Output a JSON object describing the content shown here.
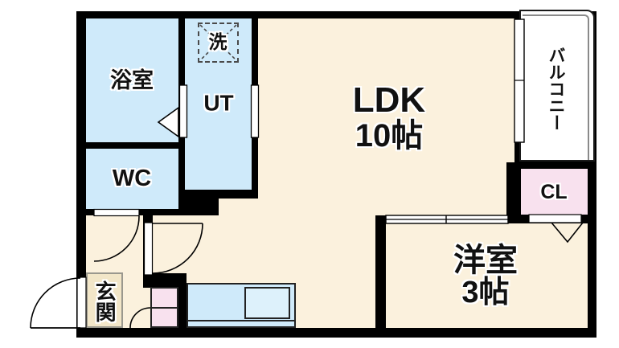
{
  "floorplan": {
    "rooms": {
      "bathroom": {
        "label": "浴室"
      },
      "laundry": {
        "label": "洗"
      },
      "utility": {
        "label": "UT"
      },
      "wc": {
        "label": "WC"
      },
      "ldk": {
        "label": "LDK",
        "size": "10帖"
      },
      "balcony": {
        "label": "バルコニー"
      },
      "closet": {
        "label": "CL"
      },
      "western_room": {
        "label": "洋室",
        "size": "3帖"
      },
      "entrance": {
        "label": "玄関"
      }
    },
    "colors": {
      "wall": "#000000",
      "water": "#cfeafa",
      "living": "#fbf1dd",
      "pink": "#f8e1ee",
      "genkan": "#f2e6c8",
      "counter": "#cfeafa",
      "sink": "#ddf1fb"
    }
  }
}
